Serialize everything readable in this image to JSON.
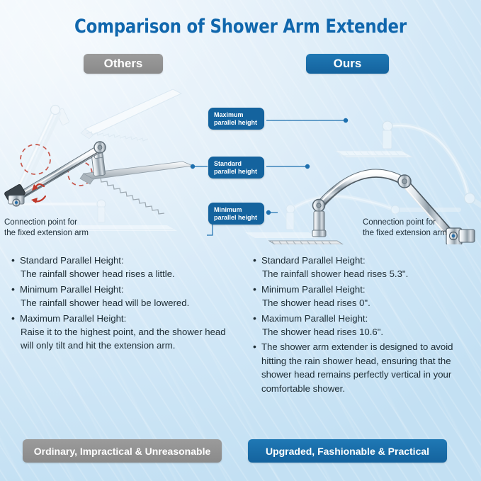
{
  "header": {
    "title": "Comparison of Shower Arm Extender",
    "badge_others": "Others",
    "badge_ours": "Ours"
  },
  "colors": {
    "brand_blue": "#14639e",
    "title_blue": "#1067ad",
    "gray": "#8c8c8c",
    "accent_red": "#c0392b",
    "background": "#d8ecf8"
  },
  "callouts": {
    "maximum_line1": "Maximum",
    "maximum_line2": "parallel height",
    "standard_line1": "Standard",
    "standard_line2": "parallel height",
    "minimum_line1": "Minimum",
    "minimum_line2": "parallel height"
  },
  "captions": {
    "connection_left_line1": "Connection point for",
    "connection_left_line2": "the fixed extension arm",
    "connection_right_line1": "Connection point for",
    "connection_right_line2": "the fixed extension arm"
  },
  "left_column": {
    "bullets": [
      {
        "title": "Standard Parallel Height:",
        "body": "The rainfall shower head rises a little."
      },
      {
        "title": "Minimum Parallel Height:",
        "body": "The rainfall shower head will be lowered."
      },
      {
        "title": "Maximum Parallel Height:",
        "body": "Raise it to the highest point, and the shower head will only tilt and hit the extension arm."
      }
    ]
  },
  "right_column": {
    "bullets": [
      {
        "title": "Standard Parallel Height:",
        "body": "The rainfall shower head rises 5.3\"."
      },
      {
        "title": "Minimum Parallel Height:",
        "body": "The shower head rises 0\"."
      },
      {
        "title": "Maximum Parallel Height:",
        "body": "The shower head rises 10.6\"."
      },
      {
        "title": "The shower arm extender is designed to avoid hitting the rain shower head, ensuring that the shower head remains perfectly vertical in your comfortable shower.",
        "body": ""
      }
    ]
  },
  "banners": {
    "left": "Ordinary, Impractical & Unreasonable",
    "right": "Upgraded, Fashionable & Practical"
  }
}
